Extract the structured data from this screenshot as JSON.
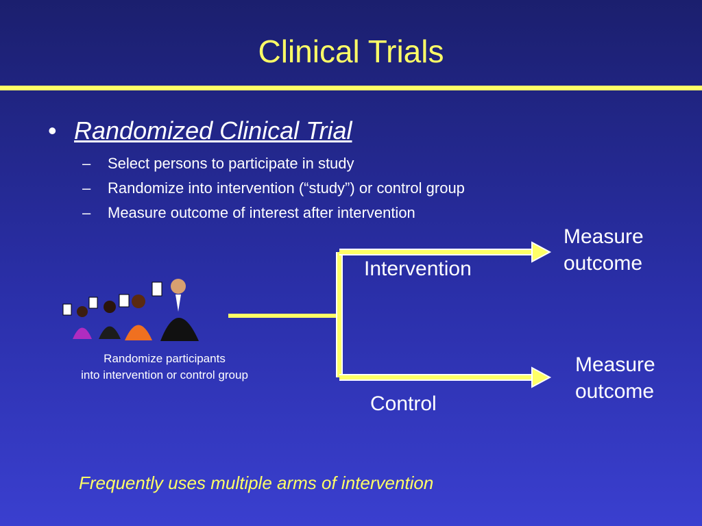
{
  "slide": {
    "title": "Clinical Trials",
    "bullet_main": "Randomized Clinical Trial",
    "sub_bullets": [
      "Select persons to participate in study",
      "Randomize into intervention (“study”) or control group",
      "Measure outcome of interest after intervention"
    ],
    "dash": "–",
    "diagram": {
      "top_branch": "Intervention",
      "bottom_branch": "Control",
      "top_outcome_line1": "Measure",
      "top_outcome_line2": "outcome",
      "bottom_outcome_line1": "Measure",
      "bottom_outcome_line2": "outcome",
      "caption_line1": "Randomize participants",
      "caption_line2": "into intervention or control group"
    },
    "footer": "Frequently uses multiple arms of intervention",
    "colors": {
      "accent": "#ffff66",
      "background_top": "#1b1f6e",
      "background_bottom": "#3a3fcf"
    }
  }
}
